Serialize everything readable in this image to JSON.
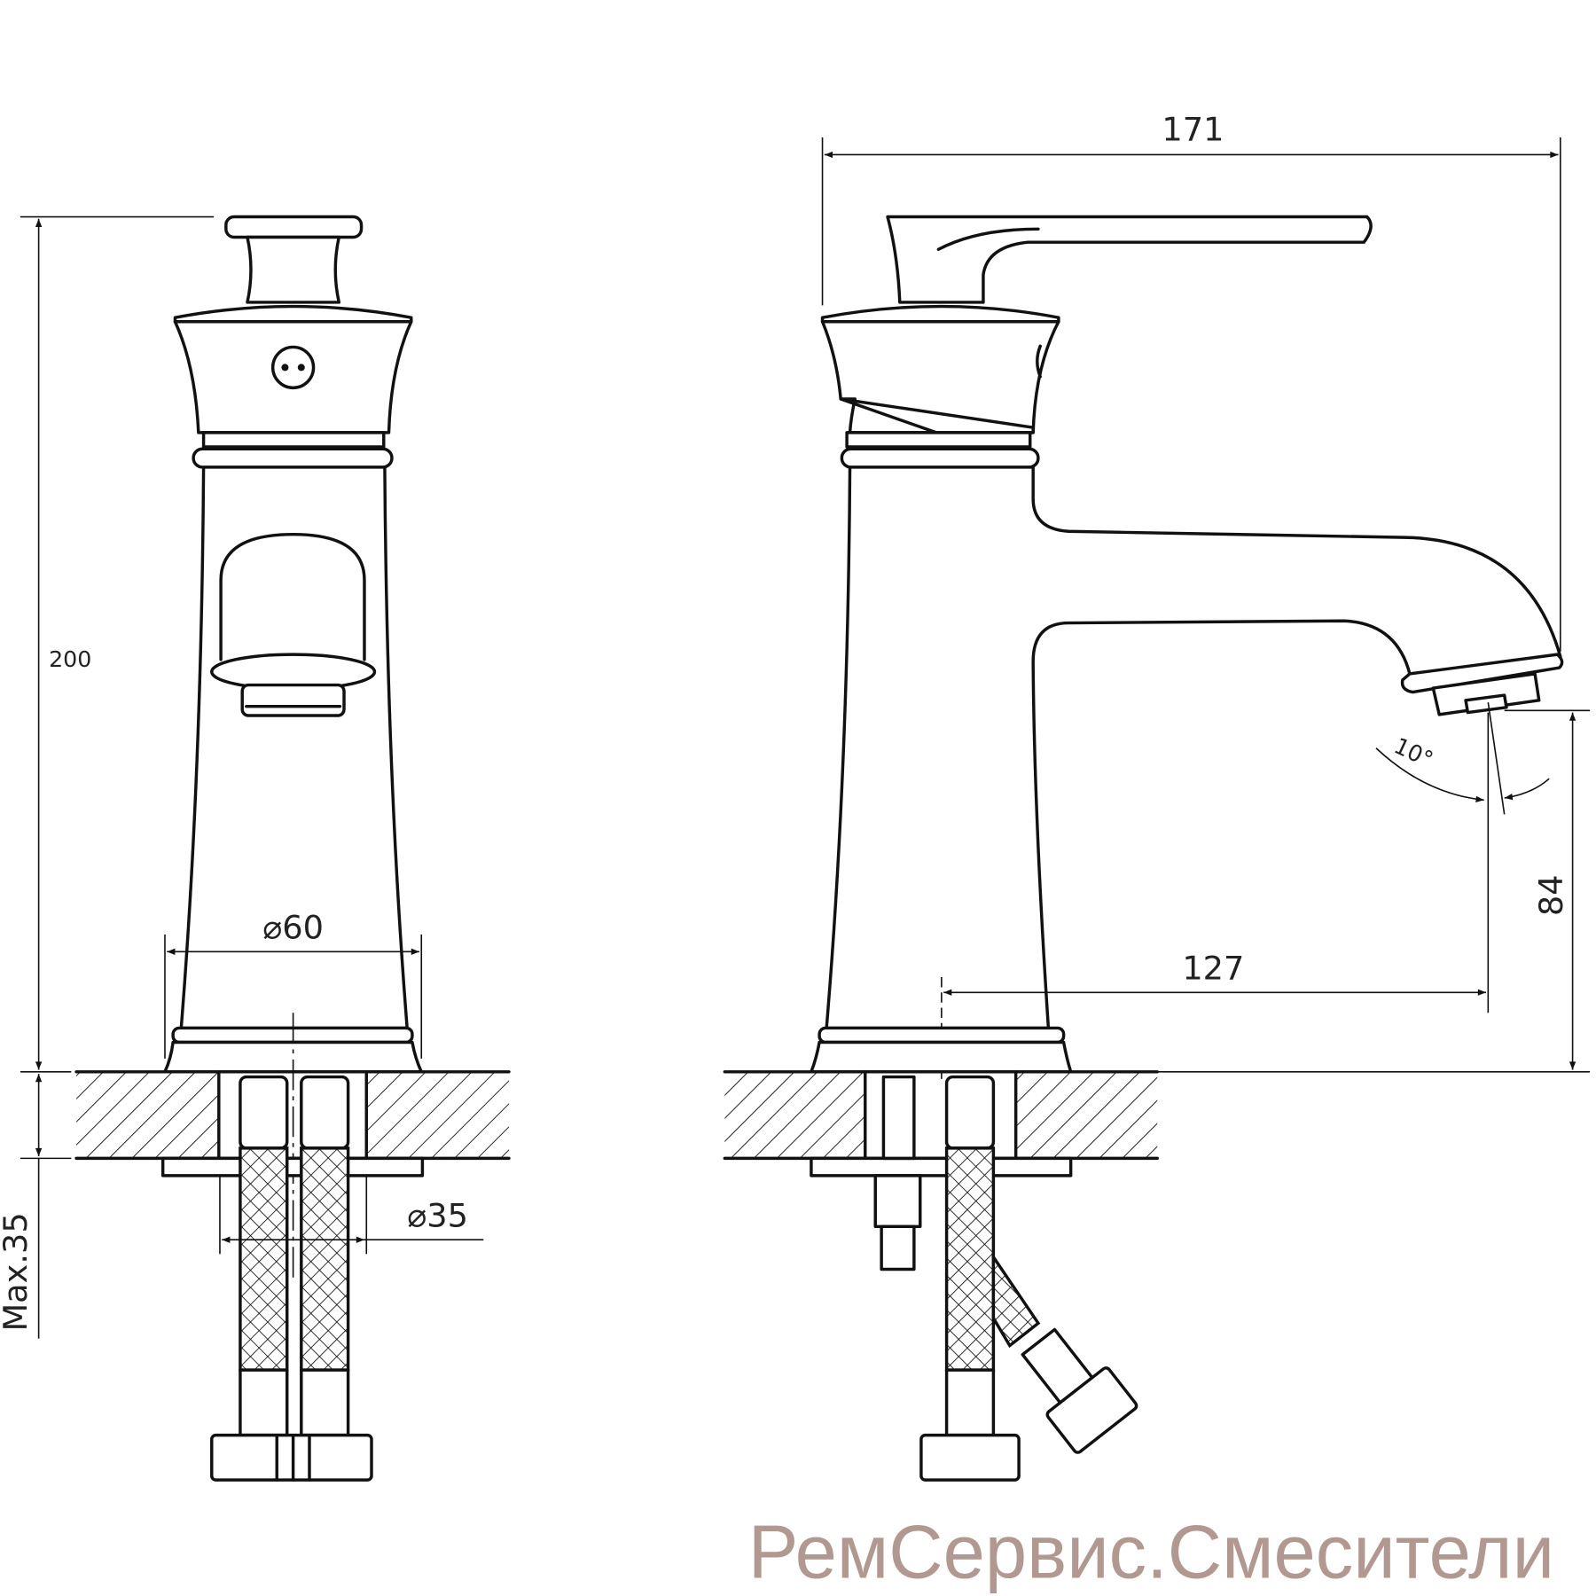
{
  "drawing": {
    "front_view": {
      "height_label": "200",
      "base_diameter_label": "⌀60",
      "hole_diameter_label": "⌀35",
      "max_thickness_label": "Max.35"
    },
    "side_view": {
      "length_label": "171",
      "reach_label": "127",
      "spout_height_label": "84",
      "angle_label": "10°"
    }
  },
  "watermark": {
    "text": "РемСервис.Смесители",
    "color": "#b19890"
  }
}
